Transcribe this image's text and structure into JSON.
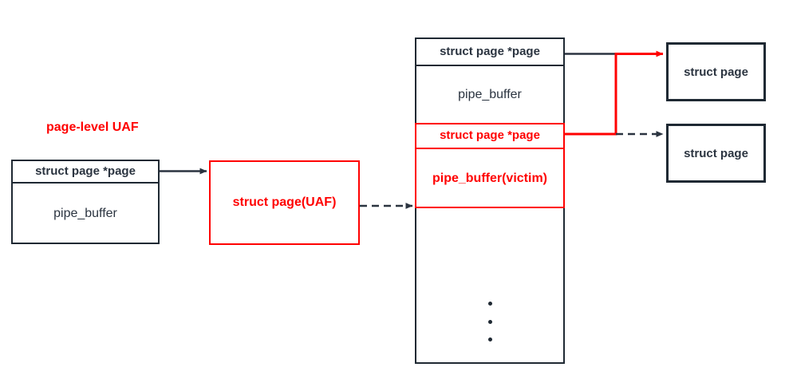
{
  "diagram": {
    "title_label": "page-level UAF",
    "accent_red": "#ff0000",
    "line_black": "#2b3440",
    "boxes": {
      "left_pipe": {
        "header": "struct page *page",
        "body": "pipe_buffer"
      },
      "uaf_page": {
        "label": "struct page(UAF)"
      },
      "sprayed_pipe": {
        "rows": [
          {
            "label": "struct page *page",
            "color": "black"
          },
          {
            "label": "pipe_buffer",
            "color": "black"
          },
          {
            "label": "struct page *page",
            "color": "red"
          },
          {
            "label": "pipe_buffer(victim)",
            "color": "red"
          }
        ],
        "ellipsis": "•••"
      },
      "target_page_top": {
        "label": "struct page"
      },
      "target_page_bottom": {
        "label": "struct page"
      }
    },
    "arrows": {
      "left_to_uaf": "solid-black-arrow",
      "uaf_to_sprayed": "dashed-black-arrow",
      "top_page_ptr_to_struct_page": "solid-arrow-black-to-red",
      "victim_page_ptr_hijack": "solid-red-elbow-arrow",
      "victim_page_ptr_original": "dashed-black-arrow"
    }
  }
}
